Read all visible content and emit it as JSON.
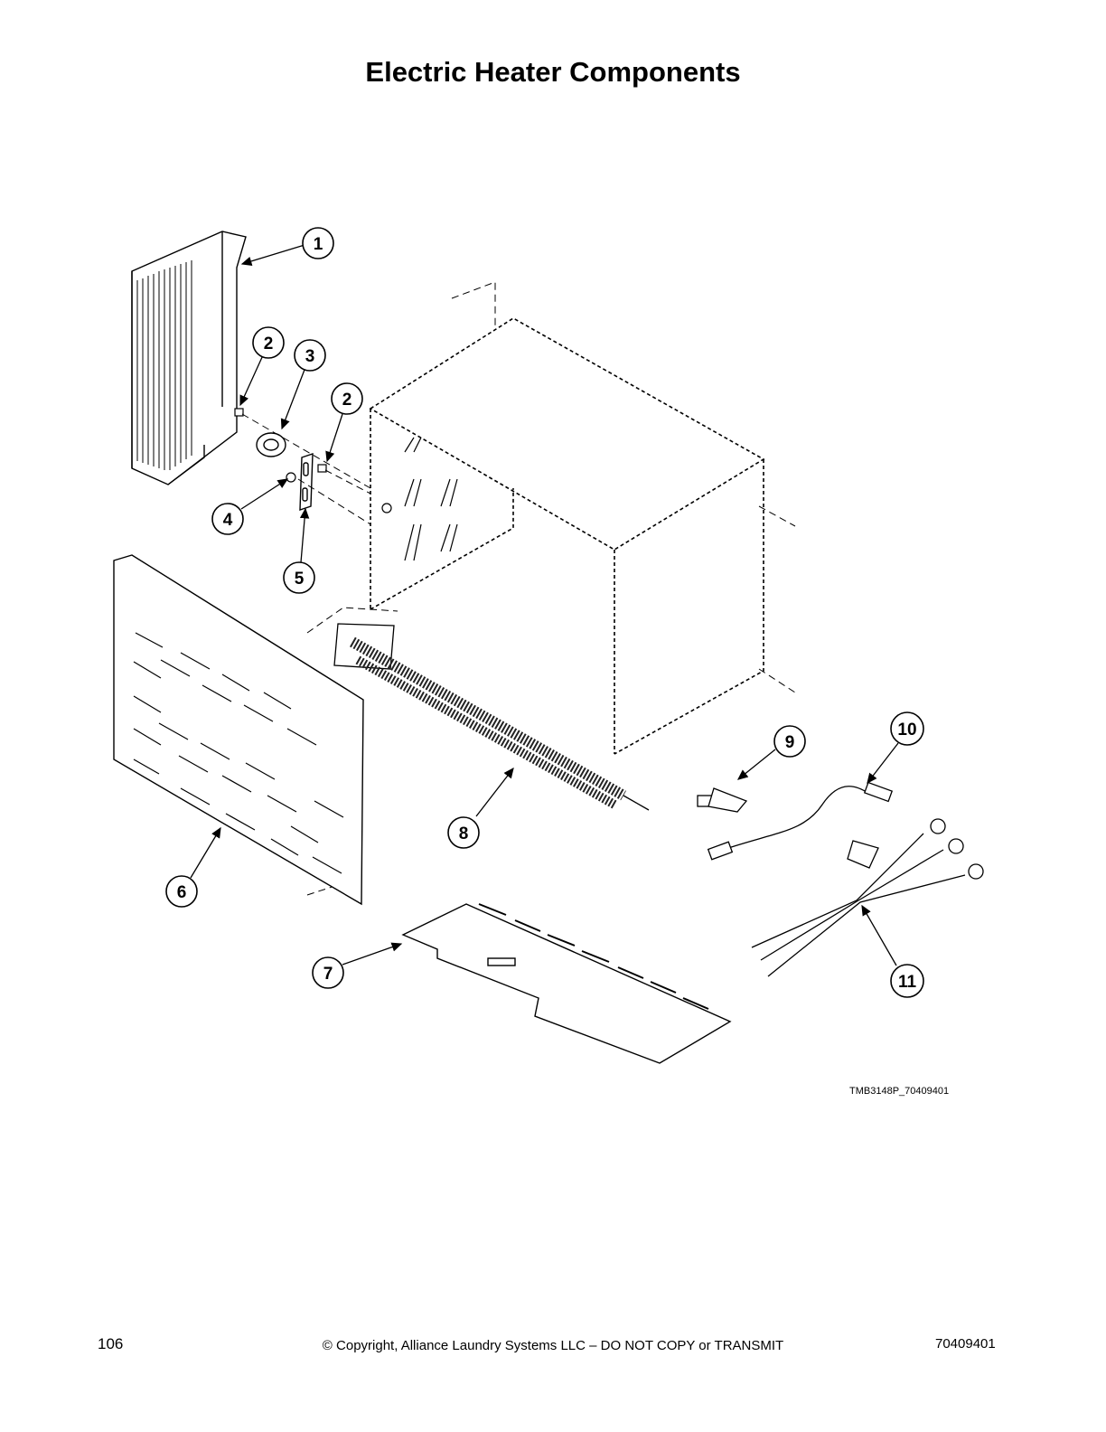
{
  "page": {
    "title": "Electric Heater Components",
    "figure_code": "TMB3148P_70409401",
    "page_number": "106",
    "copyright": "© Copyright, Alliance Laundry Systems LLC – DO NOT COPY or TRANSMIT",
    "doc_number": "70409401"
  },
  "callouts": [
    "1",
    "2",
    "3",
    "2",
    "4",
    "5",
    "6",
    "7",
    "8",
    "9",
    "10",
    "11"
  ]
}
